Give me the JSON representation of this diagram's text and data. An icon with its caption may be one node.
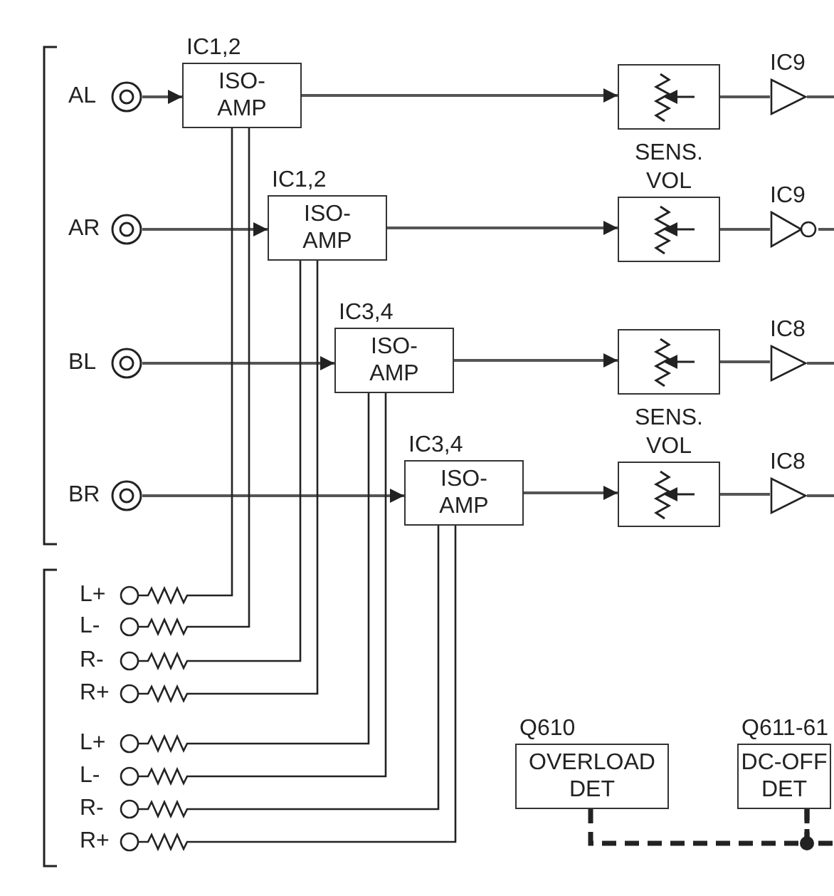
{
  "diagram": {
    "nodes": [
      {
        "text": [
          "AL"
        ]
      },
      {
        "text": [
          "IC1,2",
          "ISO- AMP"
        ]
      },
      {
        "text": [],
        "shape": "box"
      },
      {
        "text": [
          "IC9"
        ]
      },
      {
        "text": [
          "AR"
        ]
      },
      {
        "text": [
          "IC1,2",
          "ISO- AMP"
        ]
      },
      {
        "text": [
          "SENS. VOL"
        ]
      },
      {
        "text": [
          "IC9"
        ]
      },
      {
        "text": [
          "BL"
        ]
      },
      {
        "text": [
          "IC3,4",
          "ISO- AMP"
        ]
      },
      {
        "text": [],
        "shape": "box"
      },
      {
        "text": [
          "IC8"
        ]
      },
      {
        "text": [
          "BR"
        ]
      },
      {
        "text": [
          "IC3,4",
          "ISO- AMP"
        ]
      },
      {
        "text": [
          "SENS. VOL"
        ]
      },
      {
        "text": [
          "IC8"
        ]
      },
      {
        "text": [
          "L+"
        ]
      },
      {
        "text": [
          "L-"
        ]
      },
      {
        "text": [
          "R-"
        ]
      },
      {
        "text": [
          "R+"
        ]
      },
      {
        "text": [
          "L+"
        ]
      },
      {
        "text": [
          "L-"
        ]
      },
      {
        "text": [
          "R-"
        ]
      },
      {
        "text": [
          "R+"
        ]
      },
      {
        "text": [
          "Q610",
          "OVERLOAD DET"
        ]
      },
      {
        "text": [
          "Q611-61",
          "DC-OFF DET"
        ]
      }
    ],
    "edges": [
      {
        "from": 0,
        "to": 1,
        "arrow": "to"
      },
      {
        "from": 1,
        "to": 2,
        "arrow": "to"
      },
      {
        "from": 2,
        "to": 3,
        "arrow": "none"
      },
      {
        "from": 3,
        "to": null,
        "arrow": "none"
      },
      {
        "from": 4,
        "to": 5,
        "arrow": "to"
      },
      {
        "from": 5,
        "to": 6,
        "arrow": "to"
      },
      {
        "from": 6,
        "to": 7,
        "arrow": "none"
      },
      {
        "from": 7,
        "to": null,
        "arrow": "none"
      },
      {
        "from": 8,
        "to": 9,
        "arrow": "to"
      },
      {
        "from": 9,
        "to": 10,
        "arrow": "to"
      },
      {
        "from": 10,
        "to": 11,
        "arrow": "none"
      },
      {
        "from": 11,
        "to": null,
        "arrow": "none"
      },
      {
        "from": 12,
        "to": 13,
        "arrow": "to"
      },
      {
        "from": 13,
        "to": 14,
        "arrow": "to"
      },
      {
        "from": 14,
        "to": 15,
        "arrow": "none"
      },
      {
        "from": 15,
        "to": null,
        "arrow": "none"
      },
      {
        "from": 16,
        "to": 1,
        "arrow": "none"
      },
      {
        "from": 17,
        "to": 1,
        "arrow": "none"
      },
      {
        "from": 18,
        "to": 5,
        "arrow": "none"
      },
      {
        "from": 19,
        "to": 5,
        "arrow": "none"
      },
      {
        "from": 20,
        "to": 9,
        "arrow": "none"
      },
      {
        "from": 21,
        "to": 9,
        "arrow": "none"
      },
      {
        "from": 22,
        "to": 13,
        "arrow": "none"
      },
      {
        "from": 23,
        "to": 13,
        "arrow": "none"
      },
      {
        "from": 24,
        "to": 25,
        "arrow": "none",
        "style": "dashed"
      },
      {
        "from": 25,
        "to": null,
        "arrow": "none",
        "style": "dashed"
      }
    ]
  }
}
